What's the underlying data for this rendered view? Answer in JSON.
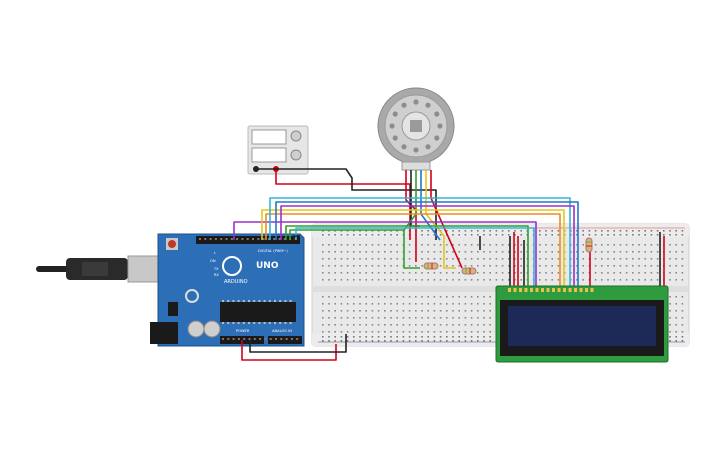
{
  "arduino": {
    "brand": "ARDUINO",
    "model": "UNO",
    "digital_label": "DIGITAL (PWM~)",
    "power_label": "POWER",
    "analog_label": "ANALOG IN",
    "on_label": "ON",
    "led_tx": "TX",
    "led_rx": "RX",
    "led_l": "L"
  },
  "power_supply": {
    "name": "dc-power-supply"
  },
  "motor": {
    "name": "dc-motor-with-encoder"
  },
  "breadboard": {
    "name": "breadboard"
  },
  "lcd": {
    "name": "lcd-16x2"
  },
  "colors": {
    "wire_red": "#d0021b",
    "wire_black": "#222222",
    "wire_green": "#33a02c",
    "wire_blue": "#1f78d1",
    "wire_yellow": "#e6c619",
    "wire_orange": "#f08a24",
    "wire_purple": "#9b30c8",
    "wire_cyan": "#36b3d9",
    "arduino_blue": "#2c6fb7",
    "lcd_screen": "#1d2a57",
    "lcd_board": "#2e9b3f"
  }
}
